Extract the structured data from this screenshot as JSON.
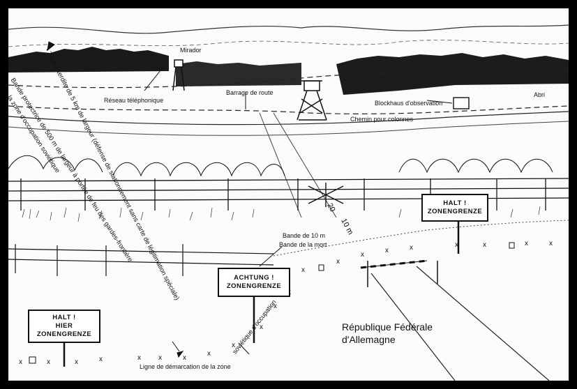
{
  "labels": {
    "mirador": "Mirador",
    "reseau_telephonique": "Réseau téléphonique",
    "barrage_de_route": "Barrage de route",
    "blockhaus": "Blockhaus d'observation",
    "abri": "Abri",
    "chemin_colonnes": "Chemin pour colonnes",
    "bande_10m": "Bande de 10 m",
    "bande_mort": "Bande de la mort",
    "ligne_demarcation": "Ligne de démarcation de la zone",
    "sovietique_occupation": "soviétique d'occupation",
    "distance_20": "20",
    "distance_10m": "10 m"
  },
  "diagonal_labels": {
    "zone_interdite": "Zone interdite de 5 km de largeur (défense de stationnement sans carte de légitimation spéciale)",
    "bande_protectrice_1": "Bande protectrice de 500 m de largeur à portée de feu des gardes-frontière",
    "bande_protectrice_2": "de la zone d'occupation soviétique"
  },
  "signs": {
    "halt_right": [
      "HALT !",
      "ZONENGRENZE"
    ],
    "achtung": [
      "ACHTUNG !",
      "ZONENGRENZE"
    ],
    "halt_left": [
      "HALT !",
      "HIER",
      "ZONENGRENZE"
    ]
  },
  "country": {
    "line1": "République Fédérale",
    "line2": "d'Allemagne"
  }
}
